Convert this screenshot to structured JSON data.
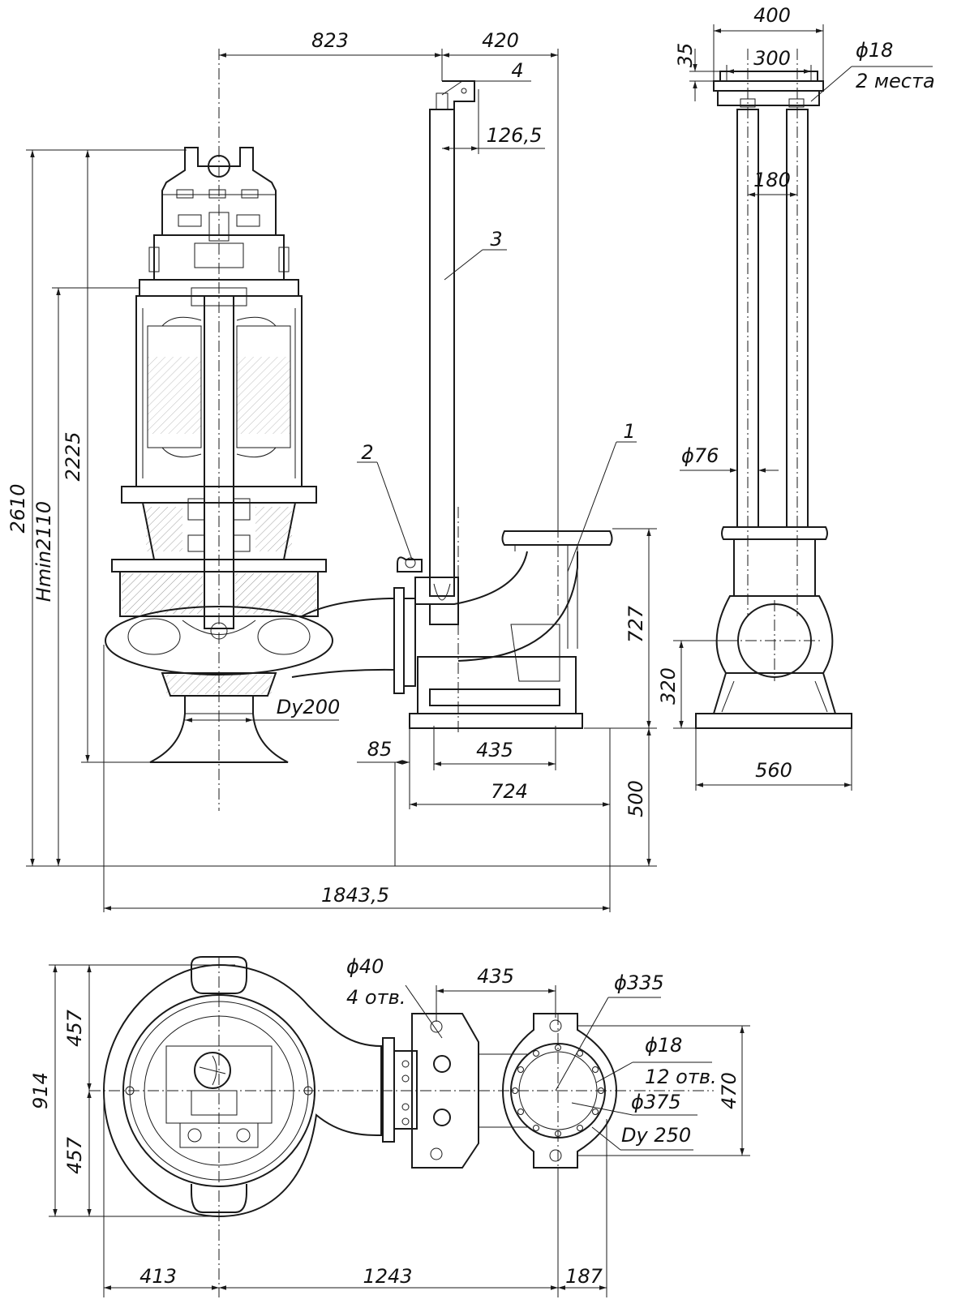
{
  "dimensions": {
    "d823": "823",
    "d420": "420",
    "d126_5": "126,5",
    "d2610": "2610",
    "d2225": "2225",
    "hmin": "Hmin2110",
    "dy200": "Dy200",
    "d85": "85",
    "d435_top": "435",
    "d724": "724",
    "d727": "727",
    "d500": "500",
    "d1843_5": "1843,5",
    "d400": "400",
    "d35": "35",
    "d300": "300",
    "phi18_top": "ϕ18",
    "places2": "2 места",
    "d180": "180",
    "phi76": "ϕ76",
    "d320": "320",
    "d560": "560",
    "phi40": "ϕ40",
    "holes4": "4 отв.",
    "d435_bot": "435",
    "phi335": "ϕ335",
    "phi18_bot": "ϕ18",
    "holes12": "12 отв.",
    "phi375": "ϕ375",
    "dy250": "Dy 250",
    "d470": "470",
    "d914": "914",
    "d457a": "457",
    "d457b": "457",
    "d413": "413",
    "d1243": "1243",
    "d187": "187"
  },
  "callouts": {
    "c1": "1",
    "c2": "2",
    "c3": "3",
    "c4": "4"
  }
}
